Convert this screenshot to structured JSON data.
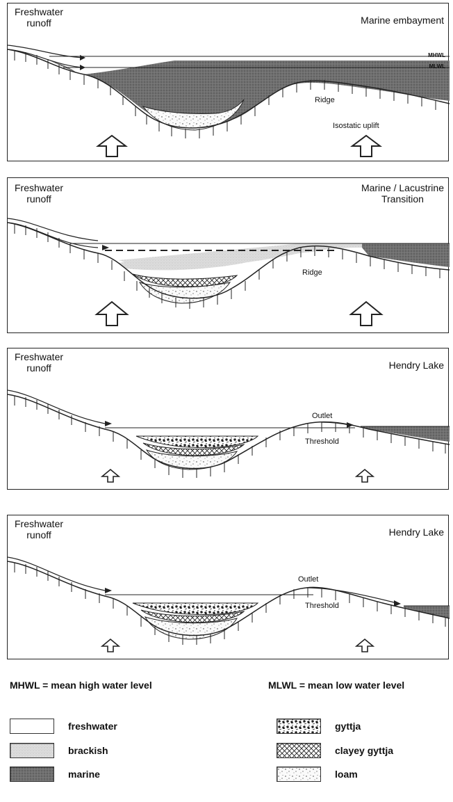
{
  "colors": {
    "marine": "#6f6f6f",
    "brackish": "#d6d6d6",
    "freshwater": "#ffffff",
    "line": "#222222"
  },
  "panels": [
    {
      "left_label": "Freshwater\nrunoff",
      "right_label": "Marine embayment",
      "mhwl": "MHWL",
      "mlwl": "MLWL",
      "ridge": "Ridge",
      "uplift": "Isostatic uplift"
    },
    {
      "left_label": "Freshwater\nrunoff",
      "right_label": "Marine / Lacustrine\nTransition",
      "ridge": "Ridge"
    },
    {
      "left_label": "Freshwater\nrunoff",
      "right_label": "Hendry Lake",
      "outlet": "Outlet",
      "threshold": "Threshold"
    },
    {
      "left_label": "Freshwater\nrunoff",
      "right_label": "Hendry Lake",
      "outlet": "Outlet",
      "threshold": "Threshold"
    }
  ],
  "definitions": {
    "mhwl": "MHWL = mean high water level",
    "mlwl": "MLWL = mean low water level"
  },
  "legend": [
    {
      "label": "freshwater",
      "pattern": "freshwater"
    },
    {
      "label": "brackish",
      "pattern": "brackish"
    },
    {
      "label": "marine",
      "pattern": "marine"
    },
    {
      "label": "gyttja",
      "pattern": "gyttja"
    },
    {
      "label": "clayey gyttja",
      "pattern": "clayey-gyttja"
    },
    {
      "label": "loam",
      "pattern": "loam"
    }
  ]
}
